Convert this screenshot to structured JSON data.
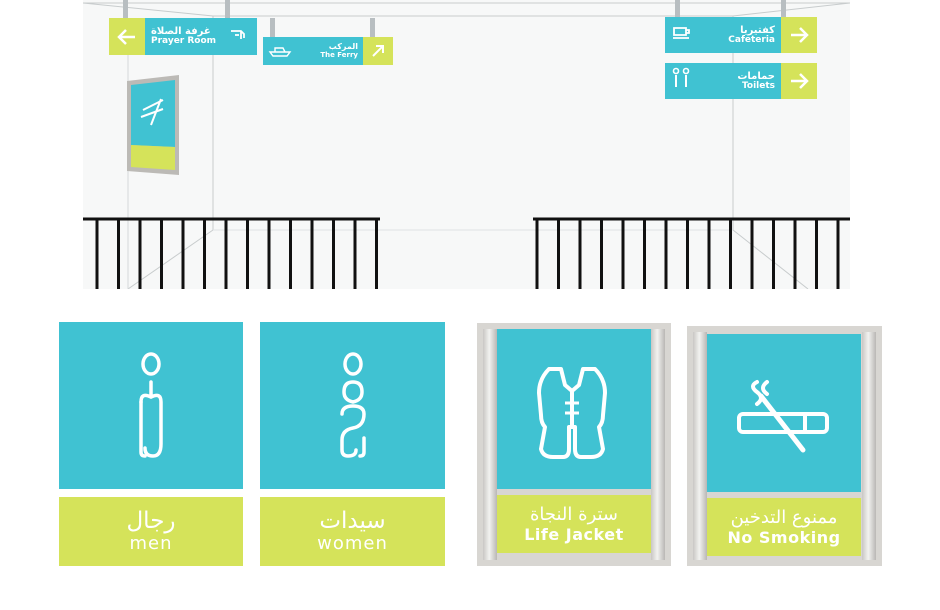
{
  "colors": {
    "teal": "#40c2d2",
    "lime": "#d5e35a",
    "white": "#ffffff",
    "rail": "#111111"
  },
  "scene": {
    "signs": [
      {
        "ar": "غرفة الصلاة",
        "en": "Prayer Room",
        "icon": "arrow-left-icon",
        "pictogram": "prayer-icon"
      },
      {
        "ar": "المركب",
        "en": "The Ferry",
        "icon": "arrow-up-right-icon",
        "pictogram": "ferry-icon"
      },
      {
        "ar": "كفتيريا",
        "en": "Cafeteria",
        "icon": "arrow-right-icon",
        "pictogram": "cup-icon"
      },
      {
        "ar": "حمامات",
        "en": "Toilets",
        "icon": "arrow-right-icon",
        "pictogram": "toilets-icon"
      }
    ]
  },
  "bottom": {
    "men": {
      "ar": "رجال",
      "en": "men",
      "icon": "man-icon"
    },
    "women": {
      "ar": "سيدات",
      "en": "women",
      "icon": "woman-icon"
    },
    "life_jacket": {
      "ar": "سترة النجاة",
      "en": "Life Jacket",
      "icon": "life-jacket-icon"
    },
    "no_smoking": {
      "ar": "ممنوع التدخين",
      "en": "No Smoking",
      "icon": "no-smoking-icon"
    }
  }
}
